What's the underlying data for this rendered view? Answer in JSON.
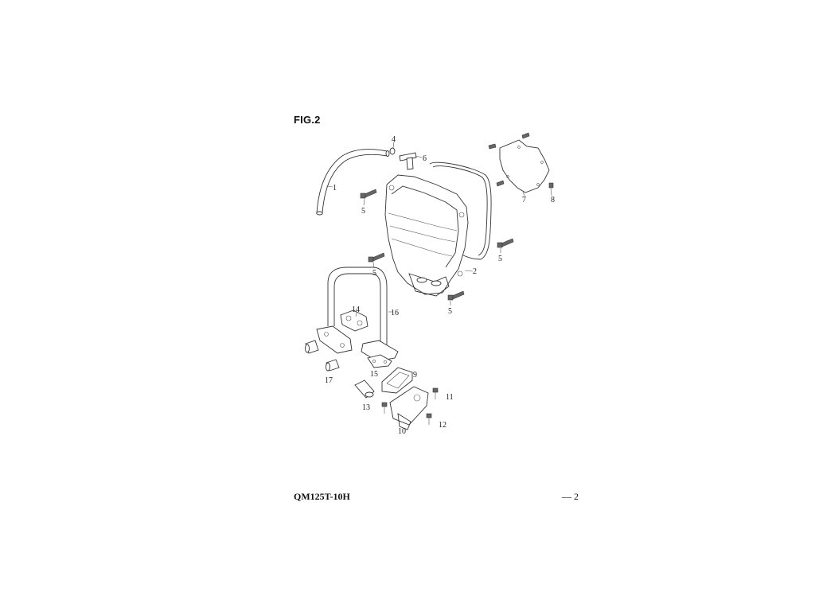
{
  "figure": {
    "title": "FIG.2",
    "callouts": {
      "c1": "1",
      "c2": "2",
      "c4": "4",
      "c5a": "5",
      "c5b": "5",
      "c5c": "5",
      "c5d": "5",
      "c6": "6",
      "c7": "7",
      "c8": "8",
      "c9": "9",
      "c10": "10",
      "c11": "11",
      "c12": "12",
      "c13": "13",
      "c14": "14",
      "c15": "15",
      "c16": "16",
      "c17": "17"
    }
  },
  "footer": {
    "model": "QM125T-10H",
    "page": "— 2"
  }
}
